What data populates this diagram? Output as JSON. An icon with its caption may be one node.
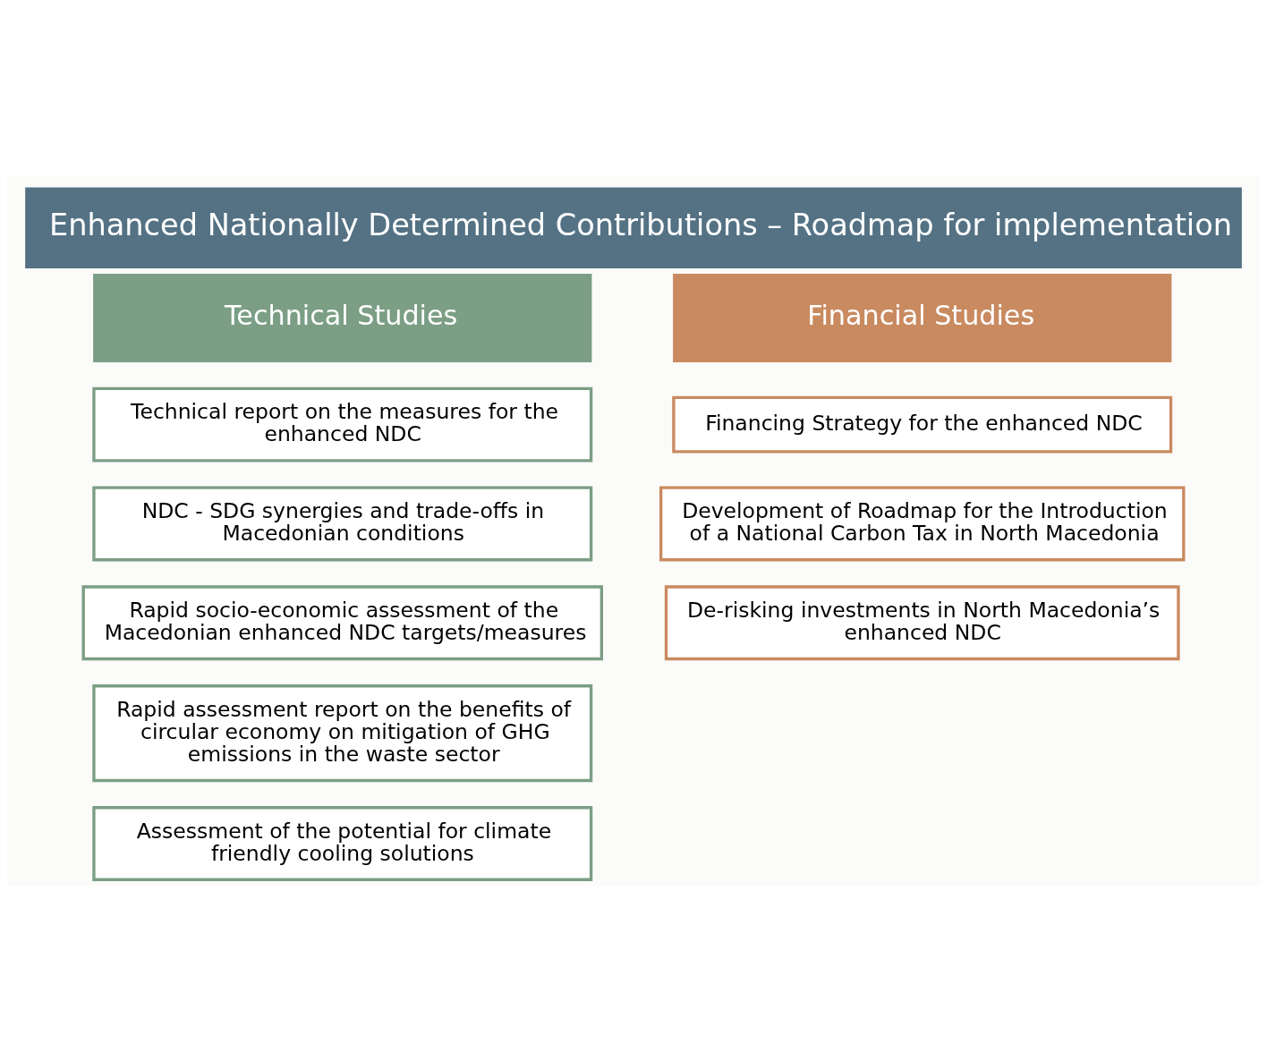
{
  "diagram": {
    "title": "Enhanced Nationally Determined Contributions – Roadmap for implementation",
    "nodes": [
      {
        "text": [
          "Technical Studies"
        ]
      },
      {
        "text": [
          "Technical report on the measures for the enhanced NDC"
        ]
      },
      {
        "text": [
          "NDC - SDG synergies and trade-offs in Macedonian conditions"
        ]
      },
      {
        "text": [
          "Rapid socio-economic assessment of the Macedonian enhanced NDC targets/measures"
        ]
      },
      {
        "text": [
          "Rapid assessment report on the benefits of circular economy on mitigation of GHG emissions in the waste sector"
        ]
      },
      {
        "text": [
          "Assessment of the potential for climate friendly cooling solutions"
        ]
      },
      {
        "text": [
          "Financial Studies"
        ]
      },
      {
        "text": [
          "Financing Strategy for the enhanced NDC"
        ]
      },
      {
        "text": [
          "Development of Roadmap for the Introduction of a National Carbon Tax in North Macedonia"
        ]
      },
      {
        "text": [
          "De-risking investments in North Macedonia’s enhanced NDC"
        ]
      }
    ],
    "edges": []
  }
}
